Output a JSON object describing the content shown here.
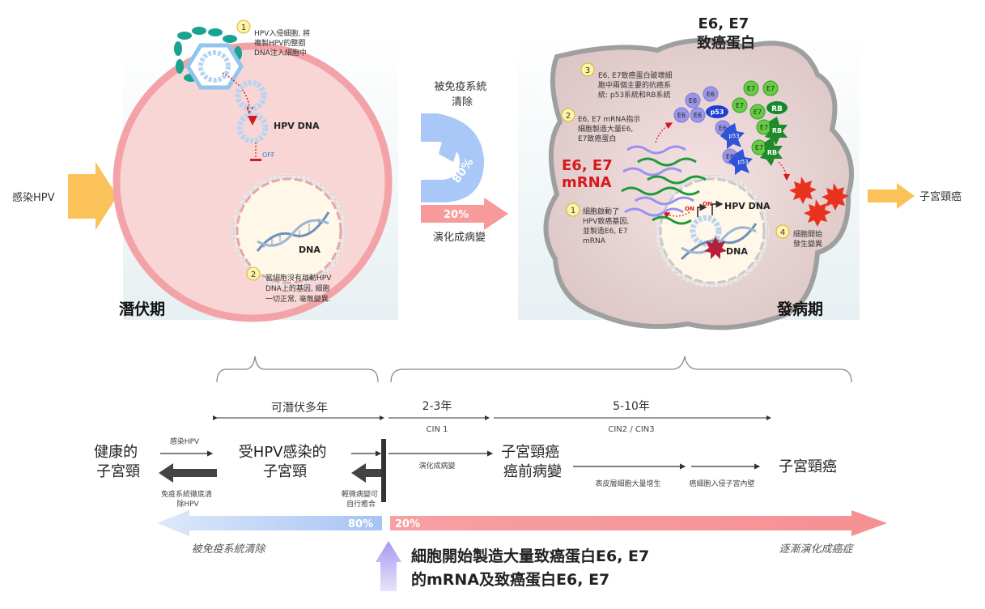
{
  "left_arrow_label": "感染HPV",
  "right_arrow_label": "子宮頸癌",
  "latent": {
    "title": "潛伏期",
    "step1": [
      "HPV入侵細胞, 將",
      "複製HPV的整圈",
      "DNA注入細胞中"
    ],
    "hpv_dna_label": "HPV DNA",
    "off_label": "OFF",
    "dna_label": "DNA",
    "step2": [
      "當細胞沒有啟動HPV",
      "DNA上的基因, 細胞",
      "一切正常, 毫無變異."
    ]
  },
  "middle": {
    "immune_clear": [
      "被免疫系統",
      "清除"
    ],
    "pct_80": "80%",
    "pct_20": "20%",
    "to_lesion": "演化成病變"
  },
  "disease": {
    "title": "發病期",
    "oncoprotein_title": [
      "E6, E7",
      "致癌蛋白"
    ],
    "step3": [
      "E6, E7致癌蛋白破壞細",
      "胞中兩個主要的抗癌系",
      "統: p53系統和RB系統"
    ],
    "step2": [
      "E6, E7 mRNA指示",
      "細胞製造大量E6,",
      "E7致癌蛋白"
    ],
    "mrna_label": [
      "E6, E7",
      "mRNA"
    ],
    "step1": [
      "細胞啟動了",
      "HPV致癌基因,",
      "並製造E6, E7",
      "mRNA"
    ],
    "step4": [
      "細胞開始",
      "發生變異"
    ],
    "hpv_dna_label": "HPV DNA",
    "dna_label": "DNA",
    "on_label": "ON",
    "protein_labels": {
      "e6": "E6",
      "e7": "E7",
      "p53": "p53",
      "rb": "RB"
    }
  },
  "timeline": {
    "latent_span": "可潛伏多年",
    "span_2_3": "2-3年",
    "cin1": "CIN 1",
    "span_5_10": "5-10年",
    "cin23": "CIN2 / CIN3",
    "healthy": [
      "健康的",
      "子宮頸"
    ],
    "infect_hpv": "感染HPV",
    "immune_total": [
      "免疫系統徹底清",
      "除HPV"
    ],
    "infected": [
      "受HPV感染的",
      "子宮頸"
    ],
    "mild_heal": [
      "輕微病變可",
      "自行癒合"
    ],
    "to_lesion": "演化成病變",
    "precancer": [
      "子宮頸癌",
      "癌前病變"
    ],
    "surface_grow": "表皮層細胞大量增生",
    "invade": "癌細胞入侵子宮內壁",
    "cancer": "子宮頸癌",
    "pct_80": "80%",
    "pct_20": "20%",
    "cleared_by_immune": "被免疫系統清除",
    "becomes_cancer": "逐漸演化成癌症",
    "bottom_note": [
      "細胞開始製造大量致癌蛋白E6, E7",
      "的mRNA及致癌蛋白E6, E7"
    ]
  },
  "colors": {
    "pink_cell": "#f8d6d6",
    "pink_border": "#f3a3a7",
    "arrow_orange": "#fbc25a",
    "blue_arrow": "#a9c7f7",
    "pink_arrow": "#f79a9c",
    "red_text": "#d7191c",
    "purple_arrow": "#a59af0"
  }
}
